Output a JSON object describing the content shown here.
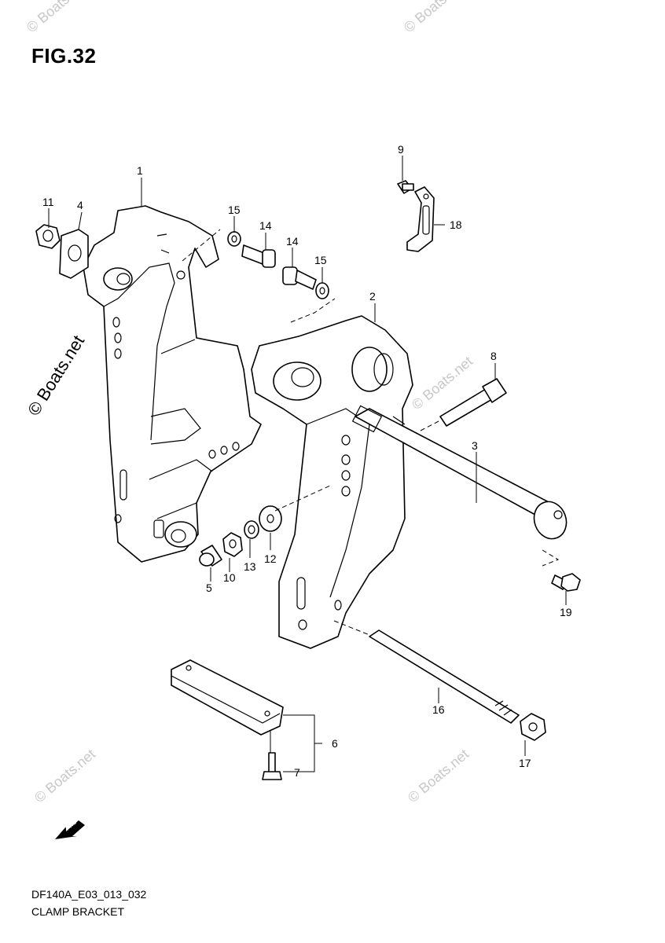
{
  "figure": {
    "title": "FIG.32",
    "code": "DF140A_E03_013_032",
    "name": "CLAMP BRACKET"
  },
  "watermarks": {
    "small": "© Boats.net",
    "large": "© Boats.net"
  },
  "fwd_label": "FWD",
  "callouts": {
    "p1": "1",
    "p2": "2",
    "p3": "3",
    "p4": "4",
    "p5": "5",
    "p6": "6",
    "p7": "7",
    "p8": "8",
    "p9": "9",
    "p10": "10",
    "p11": "11",
    "p12": "12",
    "p13": "13",
    "p14a": "14",
    "p14b": "14",
    "p15a": "15",
    "p15b": "15",
    "p16": "16",
    "p17": "17",
    "p18": "18",
    "p19": "19"
  }
}
